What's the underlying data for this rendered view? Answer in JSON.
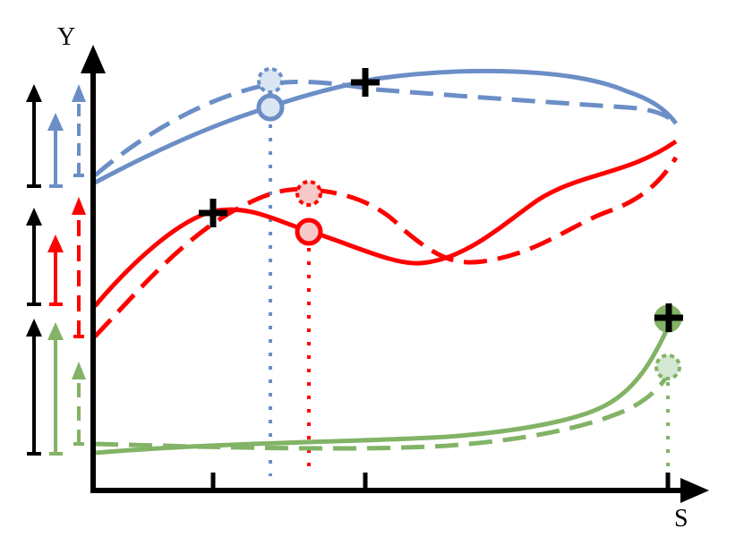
{
  "axes": {
    "y_label": "Y",
    "x_label": "S"
  },
  "colors": {
    "axis": "#000000",
    "blue": "#6b8ec6",
    "blue_fill": "#dbe6f5",
    "red": "#ff0000",
    "red_fill": "#f7c9c9",
    "green": "#82b366",
    "green_fill": "#d5e8d4"
  },
  "series": [
    {
      "key": "blue",
      "color_key": "blue"
    },
    {
      "key": "red",
      "color_key": "red"
    },
    {
      "key": "green",
      "color_key": "green"
    }
  ]
}
